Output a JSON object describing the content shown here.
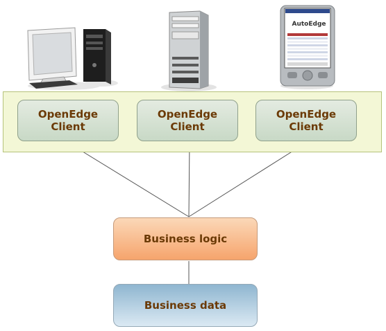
{
  "clients": [
    {
      "label": "OpenEdge\nClient"
    },
    {
      "label": "OpenEdge\nClient"
    },
    {
      "label": "OpenEdge\nClient"
    }
  ],
  "tiers": {
    "logic": "Business logic",
    "data": "Business data"
  },
  "devices": {
    "desktop": "desktop-computer-icon",
    "server": "server-tower-icon",
    "handheld": "pda-icon"
  },
  "pda_screen": {
    "brand": "AutoEdge"
  },
  "colors": {
    "label_text": "#6b3a06",
    "client_band": "#f3f7d6",
    "client_box": "#c8d9c6",
    "logic_box": "#f6a46c",
    "data_box": "#8fb6d0",
    "connector": "#555555"
  }
}
